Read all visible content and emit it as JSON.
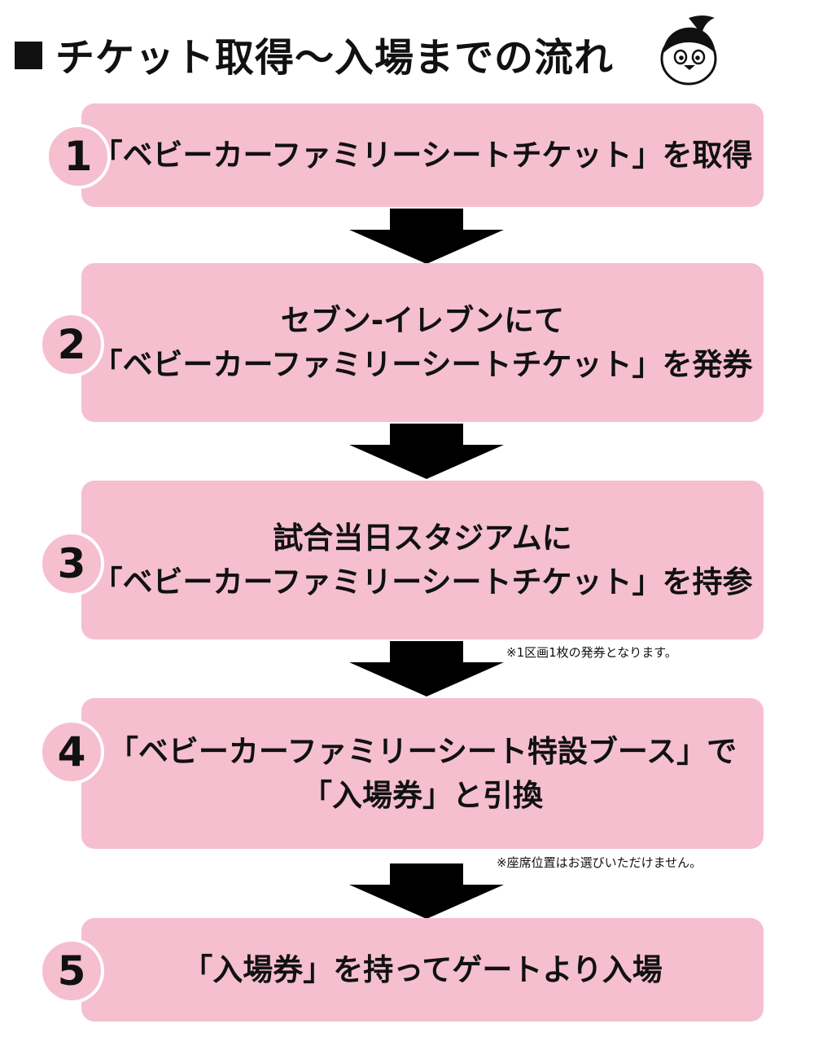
{
  "title": "チケット取得〜入場までの流れ",
  "steps": [
    {
      "number": "1",
      "lines": [
        "「ベビーカーファミリーシートチケット」を取得"
      ]
    },
    {
      "number": "2",
      "lines": [
        "セブン-イレブンにて",
        "「ベビーカーファミリーシートチケット」を発券"
      ]
    },
    {
      "number": "3",
      "lines": [
        "試合当日スタジアムに",
        "「ベビーカーファミリーシートチケット」を持参"
      ]
    },
    {
      "number": "4",
      "lines": [
        "「ベビーカーファミリーシート特設ブース」で",
        "「入場券」と引換"
      ]
    },
    {
      "number": "5",
      "lines": [
        "「入場券」を持ってゲートより入場"
      ]
    }
  ],
  "notes": {
    "after_step_3": "※1区画1枚の発券となります。",
    "after_step_4": "※座席位置はお選びいただけません。"
  },
  "colors": {
    "step_background": "#f5bfd0",
    "arrow": "#000000",
    "text": "#111111"
  },
  "icons": {
    "title_marker": "black-square-icon",
    "mascot": "penguin-mascot-icon",
    "flow_arrow": "down-arrow-icon"
  }
}
